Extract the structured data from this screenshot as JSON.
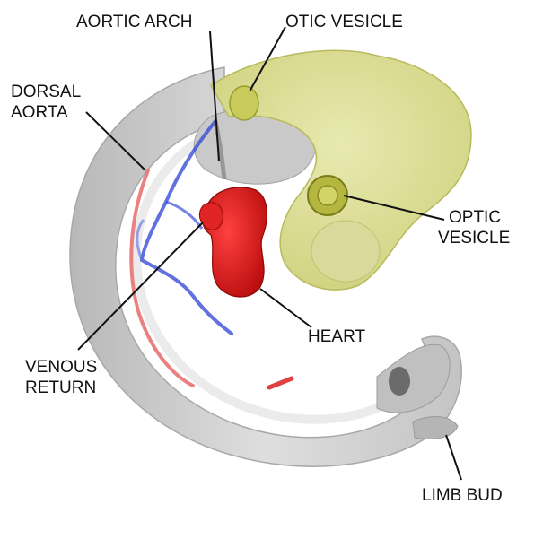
{
  "labels": {
    "aortic_arch": "AORTIC ARCH",
    "otic_vesicle": "OTIC VESICLE",
    "dorsal_aorta_line1": "DORSAL",
    "dorsal_aorta_line2": "AORTA",
    "optic_vesicle_line1": "OPTIC",
    "optic_vesicle_line2": "VESICLE",
    "heart": "HEART",
    "venous_return_line1": "VENOUS",
    "venous_return_line2": "RETURN",
    "limb_bud": "LIMB BUD"
  },
  "colors": {
    "head_tissue": "#d9db8a",
    "body_tissue": "#cfcfcf",
    "heart": "#d81818",
    "artery": "#e86a6a",
    "vein": "#3a4fd8",
    "leader_line": "#111111"
  }
}
